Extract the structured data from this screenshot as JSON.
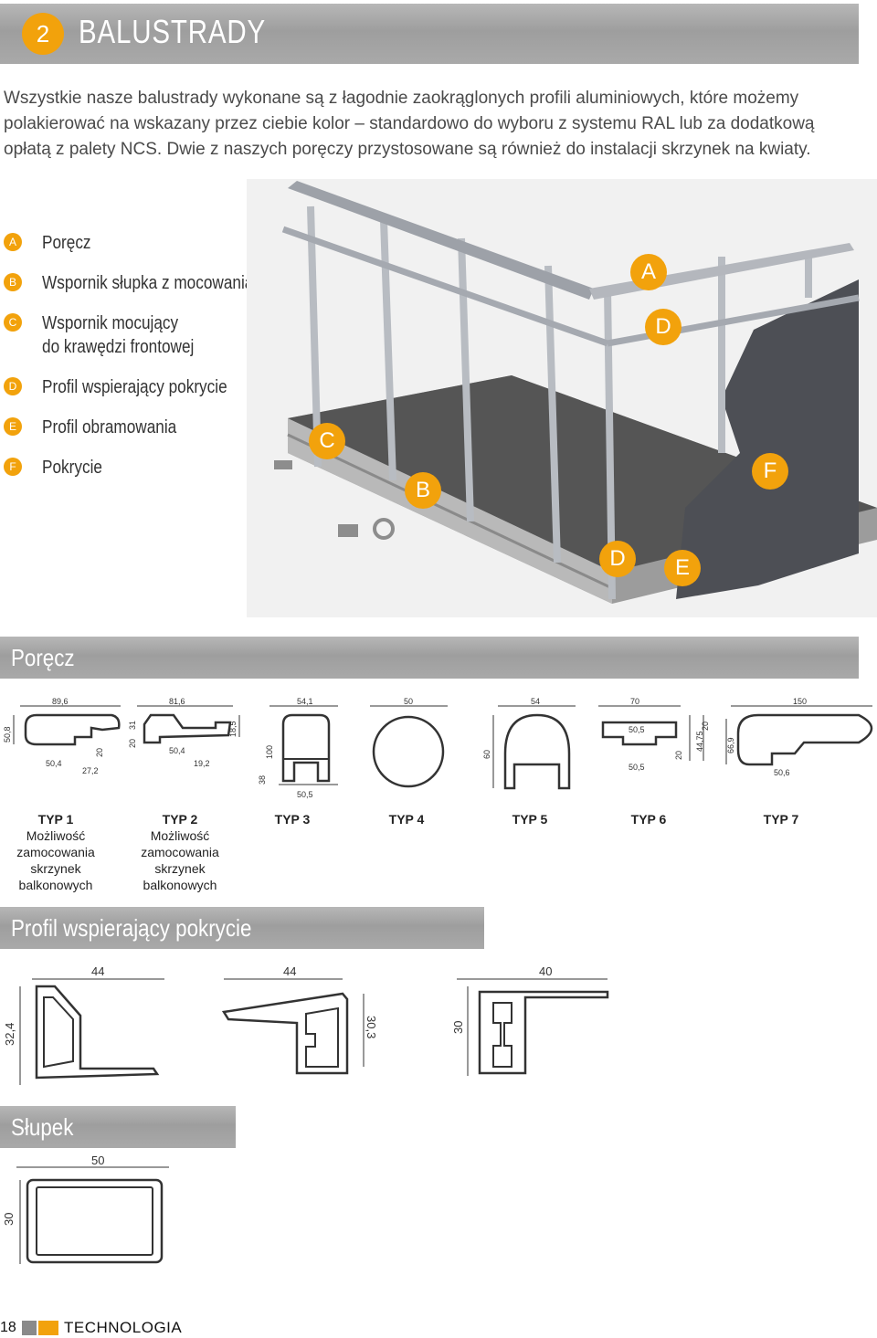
{
  "header": {
    "section_number": "2",
    "title": "BALUSTRADY"
  },
  "intro": "Wszystkie nasze balustrady wykonane są z łagodnie zaokrąglonych profili aluminiowych, które możemy polakierować na wskazany przez ciebie kolor – standardowo do wyboru z systemu RAL lub za dodatkową opłatą z palety NCS. Dwie z naszych poręczy przystosowane są również do instalacji skrzynek na kwiaty.",
  "legend": [
    {
      "letter": "A",
      "text": "Poręcz"
    },
    {
      "letter": "B",
      "text": "Wspornik słupka z mocowaniami"
    },
    {
      "letter": "C",
      "text": "Wspornik mocujący do krawędzi frontowej"
    },
    {
      "letter": "D",
      "text": "Profil wspierający pokrycie"
    },
    {
      "letter": "E",
      "text": "Profil obramowania"
    },
    {
      "letter": "F",
      "text": "Pokrycie"
    }
  ],
  "illustration_markers": [
    "A",
    "D",
    "C",
    "B",
    "F",
    "D",
    "E"
  ],
  "sections": {
    "porecz": "Poręcz",
    "profil": "Profil wspierający pokrycie",
    "slupek": "Słupek"
  },
  "handrail_dims": {
    "t1": [
      "89,6",
      "50,8",
      "50,4",
      "20",
      "27,2"
    ],
    "t2": [
      "81,6",
      "31",
      "20",
      "50,4",
      "18,5",
      "19,2"
    ],
    "t3": [
      "54,1",
      "100",
      "38",
      "50,5"
    ],
    "t4": [
      "50"
    ],
    "t5": [
      "54",
      "60"
    ],
    "t6": [
      "70",
      "50,5",
      "20",
      "20",
      "44,75",
      "50,5"
    ],
    "t7": [
      "150",
      "66,9",
      "50,6"
    ]
  },
  "types": [
    {
      "name": "TYP 1",
      "desc": [
        "Możliwość",
        "zamocowania",
        "skrzynek",
        "balkonowych"
      ]
    },
    {
      "name": "TYP 2",
      "desc": [
        "Możliwość",
        "zamocowania",
        "skrzynek",
        "balkonowych"
      ]
    },
    {
      "name": "TYP 3"
    },
    {
      "name": "TYP 4"
    },
    {
      "name": "TYP 5"
    },
    {
      "name": "TYP 6"
    },
    {
      "name": "TYP 7"
    }
  ],
  "profile_dims": {
    "p1": [
      "44",
      "32,4"
    ],
    "p2": [
      "44",
      "30,3"
    ],
    "p3": [
      "40",
      "30"
    ]
  },
  "slupek_dims": [
    "50",
    "30"
  ],
  "footer": {
    "page": "18",
    "label": "TECHNOLOGIA"
  },
  "colors": {
    "accent": "#f2a20c",
    "bar": "#a6a6a6",
    "text": "#4a4a4a"
  }
}
